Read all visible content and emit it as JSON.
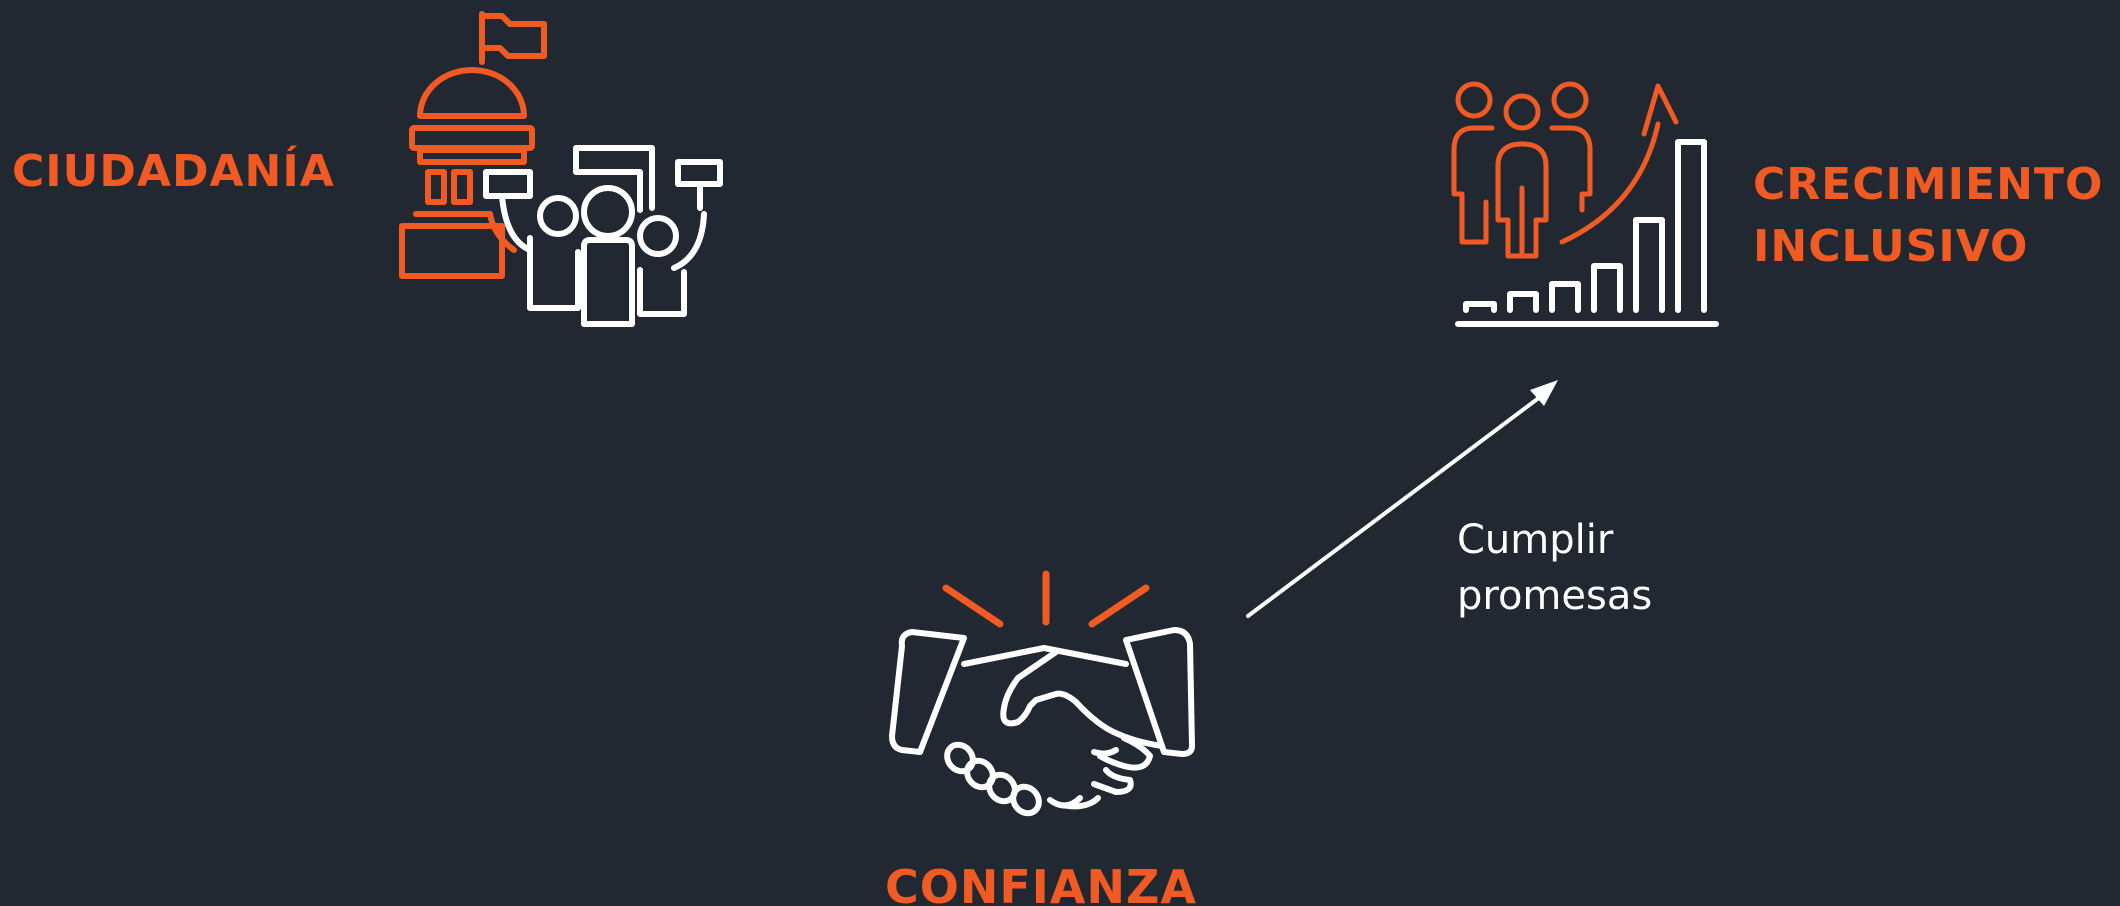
{
  "labels": {
    "ciudadania": "CIUDADANÍA",
    "crecimiento_line1": "CRECIMIENTO",
    "crecimiento_line2": "INCLUSIVO",
    "confianza": "CONFIANZA"
  },
  "arrow": {
    "caption_line1": "Cumplir",
    "caption_line2": "promesas"
  },
  "colors": {
    "background": "#222832",
    "accent": "#F15A22",
    "foreground": "#FFFFFF"
  },
  "icons": {
    "ciudadania": "government-building-protest-icon",
    "crecimiento": "people-growth-chart-icon",
    "confianza": "handshake-icon"
  }
}
